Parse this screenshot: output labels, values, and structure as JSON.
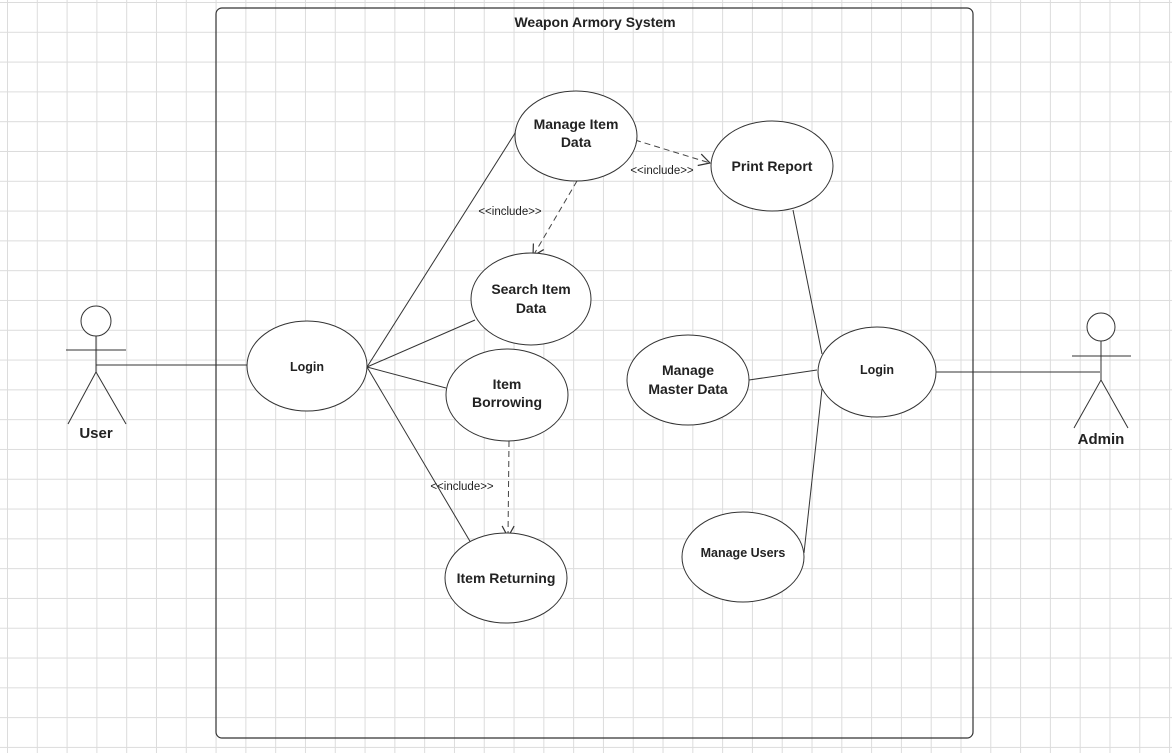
{
  "system": {
    "title": "Weapon Armory System"
  },
  "actors": {
    "user": {
      "label": "User"
    },
    "admin": {
      "label": "Admin"
    }
  },
  "use_cases": {
    "login_user": {
      "label": "Login"
    },
    "manage_item_data": {
      "lines": [
        "Manage Item",
        "Data"
      ]
    },
    "print_report": {
      "label": "Print Report"
    },
    "search_item_data": {
      "lines": [
        "Search Item",
        "Data"
      ]
    },
    "item_borrowing": {
      "lines": [
        "Item",
        "Borrowing"
      ]
    },
    "item_returning": {
      "label": "Item Returning"
    },
    "manage_master_data": {
      "lines": [
        "Manage",
        "Master Data"
      ]
    },
    "login_admin": {
      "label": "Login"
    },
    "manage_users": {
      "label": "Manage Users"
    }
  },
  "relations": {
    "include_label": "<<include>>"
  }
}
